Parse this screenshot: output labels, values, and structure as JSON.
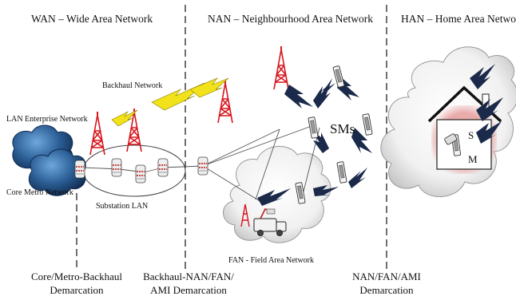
{
  "sections": {
    "wan": "WAN – Wide Area Network",
    "nan": "NAN – Neighbourhood Area Network",
    "han": "HAN – Home Area Network"
  },
  "labels": {
    "backhaul_network": "Backhaul Network",
    "lan_enterprise": "LAN Enterprise Network",
    "core_metro": "Core Metro Network",
    "substation_lan": "Substation LAN",
    "fan": "FAN - Field Area Network",
    "sms": "SMs",
    "meter_s": "S",
    "meter_m": "M"
  },
  "demarcations": {
    "core_line1": "Core/Metro-Backhaul",
    "core_line2": "Demarcation",
    "backhaul_line1": "Backhaul-NAN/FAN/",
    "backhaul_line2": "AMI Demarcation",
    "nan_line1": "NAN/FAN/AMI",
    "nan_line2": "Demarcation"
  },
  "colors": {
    "tower": "#d8141c",
    "lightning_dark": "#1b2a4a",
    "lightning_yellow": "#f2e21a",
    "cloud_blue": "#1e4a7a",
    "house_glow": "#e7a1a1"
  }
}
